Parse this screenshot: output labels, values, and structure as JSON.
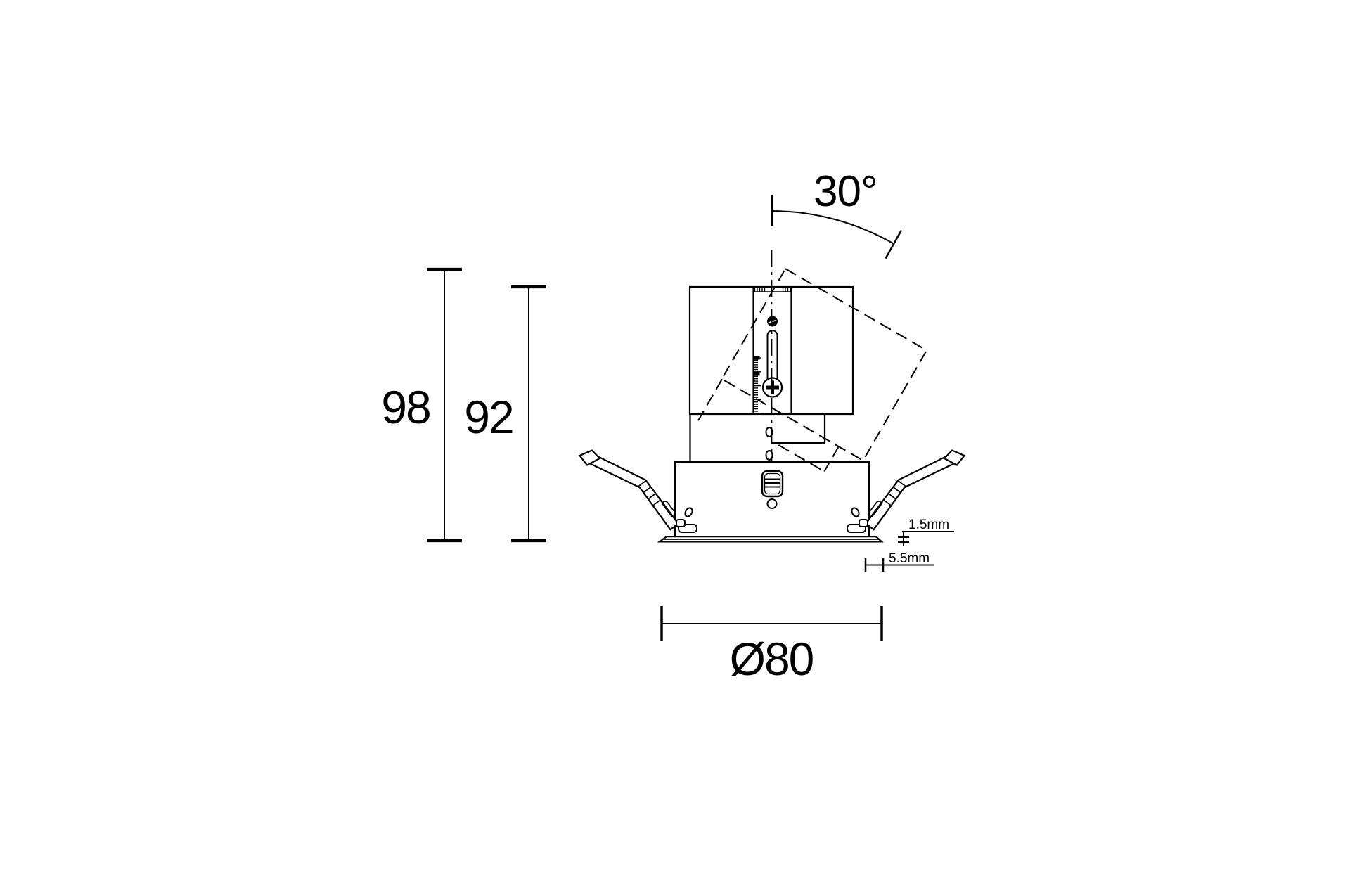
{
  "drawing": {
    "kind": "technical-dimension-drawing",
    "colors": {
      "line": "#000000",
      "background": "#ffffff"
    }
  },
  "labels": {
    "overall_height": "98",
    "recessed_height": "92",
    "tilt_angle": "30°",
    "diameter": "Ø80",
    "rim_thickness": "1.5mm",
    "rim_overhang": "5.5mm"
  }
}
